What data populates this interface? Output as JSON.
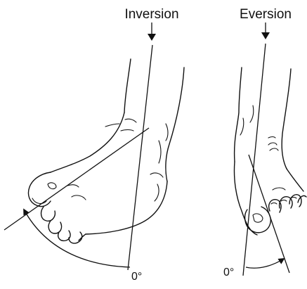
{
  "figure": {
    "panels": [
      {
        "title": "Inversion",
        "angle_label": "0°"
      },
      {
        "title": "Eversion",
        "angle_label": "0°"
      }
    ]
  },
  "colors": {
    "ink": "#111111",
    "background": "#ffffff"
  }
}
